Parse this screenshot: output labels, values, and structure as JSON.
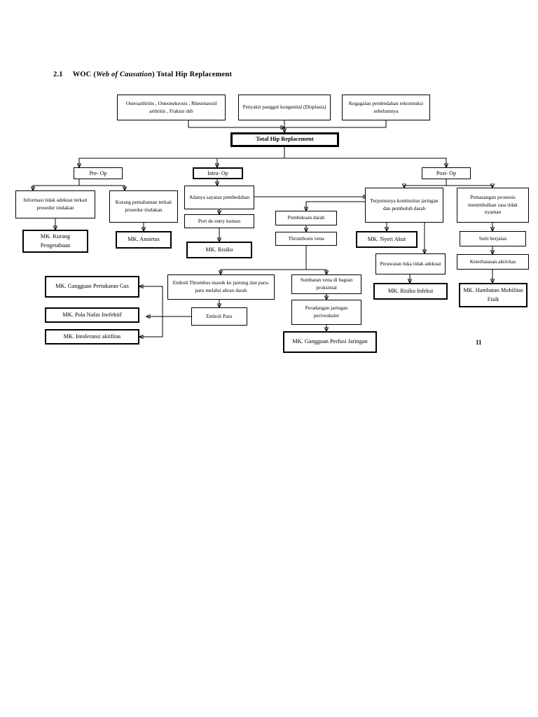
{
  "page": {
    "section_number": "2.1",
    "title_main": "WOC (",
    "title_italic": "Web of Causation",
    "title_tail": ") Total Hip Replacement",
    "page_number": "11"
  },
  "diagram": {
    "type": "flowchart",
    "nodes": {
      "cause1": "Osteoarthritis , Osteonekrosis , Rheumatoid arthritis , Fraktur dsb",
      "cause2": "Penyakit panggul kongenital (Displasia)",
      "cause3": "Kegagalan pembedahan rekontruksi sebelumnya",
      "central": "Total Hip Replacement",
      "preop": "Pre- Op",
      "intraop": "Intra- Op",
      "postop": "Post- Op",
      "pre1": "Informasi tidak adekuat terkait prosedur tindakan",
      "pre2": "Kurang pemahaman terkait prosedur tindakan",
      "mk_kurang": "MK. Kurang Pengetahuan",
      "mk_ansietas": "MK. Ansietas",
      "sayatan": "Adanya sayatan pembedahan",
      "port": "Port de entry  kuman",
      "mk_risiko": "MK. Risiko",
      "pembekuan": "Pembekuan darah",
      "thrombosis": "Thrombosis vena",
      "emboli_thrombus": "Emboli Thrombus masuk ke jantung dan paru-paru melalui aliran darah",
      "emboli_paru": "Emboli Paru",
      "sumbatan": "Sumbatan vena di bagian proksimal",
      "peradangan": "Peradangan jaringan periveskuler",
      "mk_perfusi": "MK. Gangguan Perfusi Jaringan",
      "mk_pertukaran": "MK. Gangguan Pertukaran Gas",
      "mk_pola_nafas": "MK. Pola Nafas Inefektif",
      "mk_intoleransi": "MK. Intoleransi aktifitas",
      "terputus": "Terputusnya kontinuitas jaringan dan pembuluh darah",
      "mk_nyeri": "MK. Nyeri Akut",
      "perawatan": "Perawatan luka tidak adekuat",
      "mk_infeksi": "MK. Risiko Infeksi",
      "prostesis": "Pemasangan prostesis menimbulkan rasa tidak nyaman",
      "sulit": "Sulit berjalan",
      "keterbatasan": "Keterbatasan aktivitas",
      "mk_hambatan": "MK. Hambatan Mobilitas Fisik"
    }
  }
}
